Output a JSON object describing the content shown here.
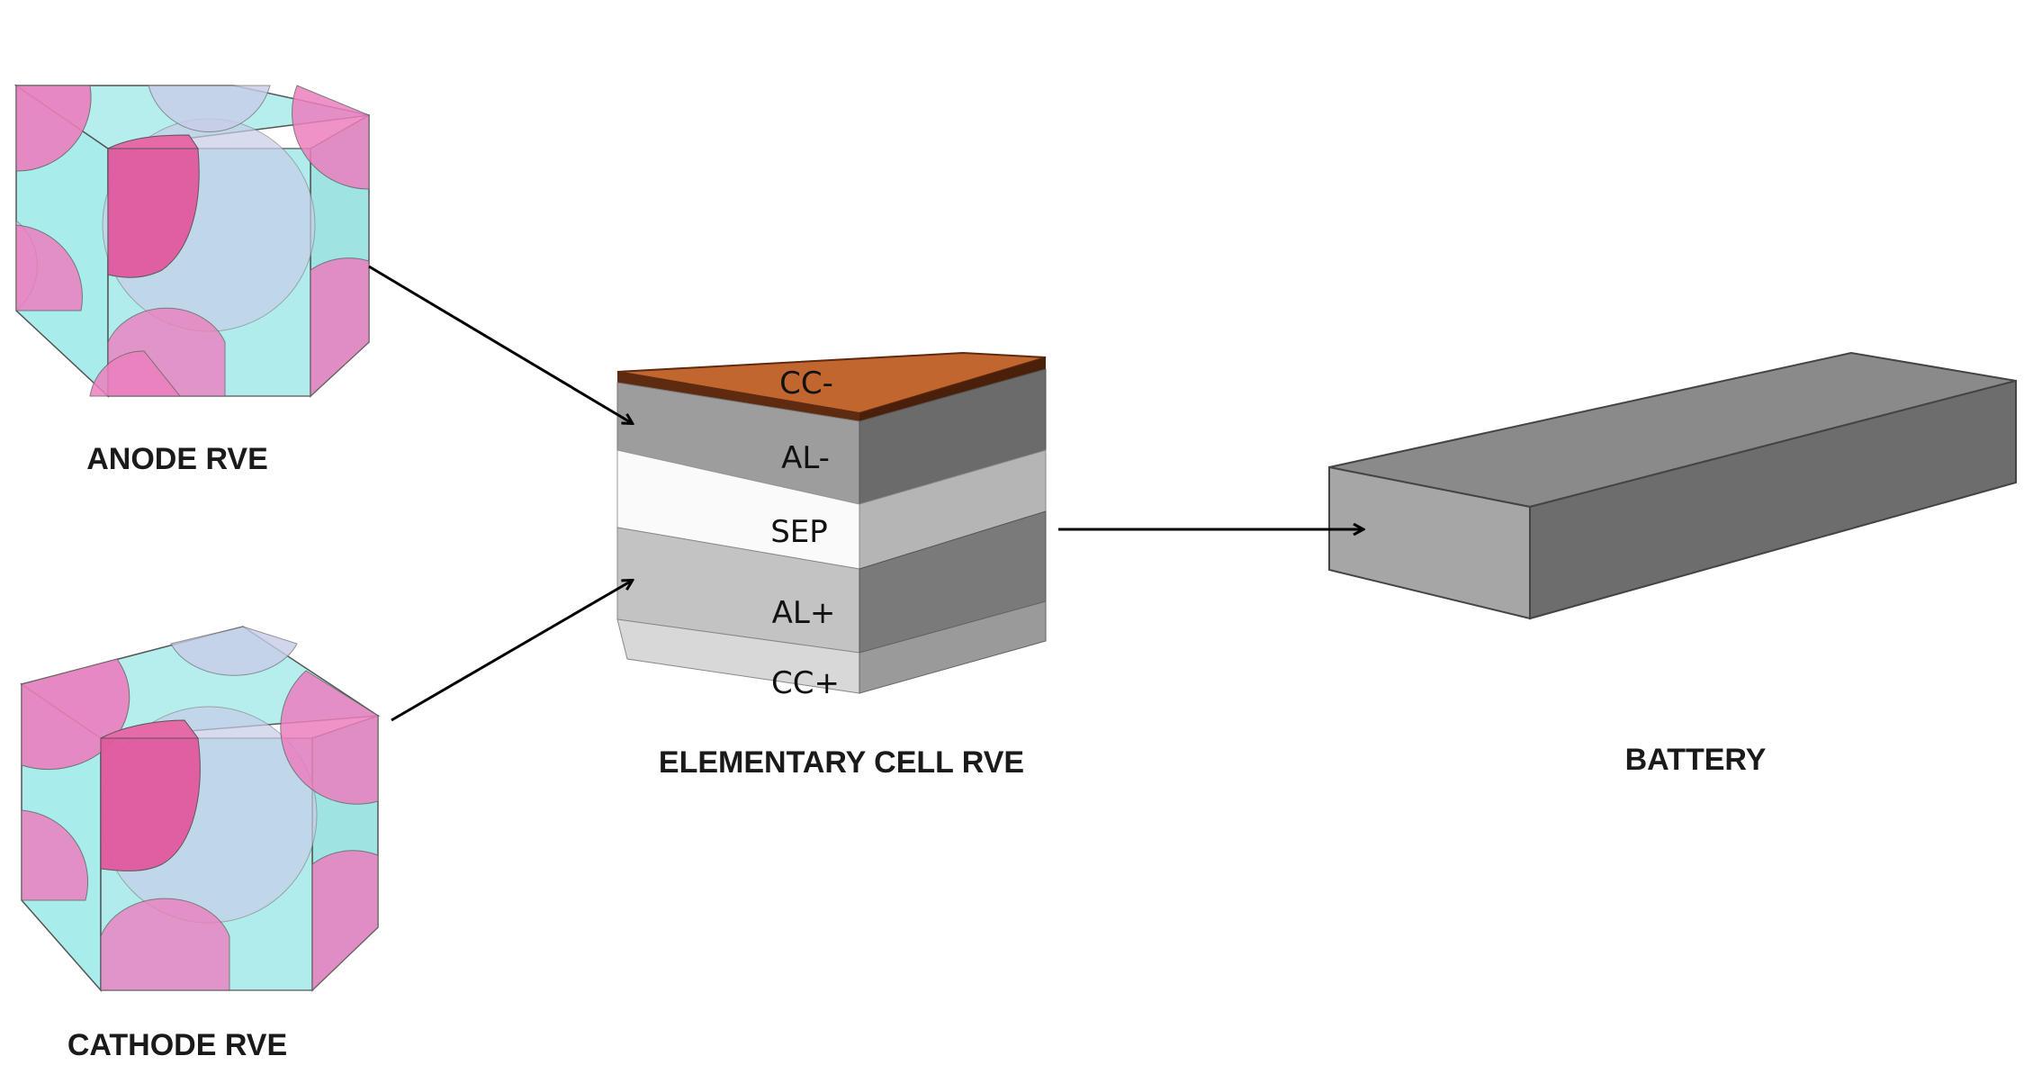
{
  "captions": {
    "anode": "ANODE RVE",
    "cathode": "CATHODE RVE",
    "cell": "ELEMENTARY CELL RVE",
    "battery": "BATTERY"
  },
  "layers": {
    "cc_minus": "CC-",
    "al_minus": "AL-",
    "sep": "SEP",
    "al_plus": "AL+",
    "cc_plus": "CC+"
  },
  "colors": {
    "rve_matrix": "#a8ecec",
    "rve_particle": "#ec7fbf",
    "rve_particle_back": "#c8cde8",
    "cc_minus": "#c0662e",
    "cc_minus_edge": "#5e2a10",
    "electrode_front": "#9d9d9d",
    "electrode_side": "#6b6b6b",
    "separator": "#fafafa",
    "cc_plus": "#d8d8d8",
    "battery_front": "#a6a6a6",
    "battery_side": "#6d6d6d",
    "battery_top": "#8a8a8a",
    "arrow": "#000000"
  }
}
